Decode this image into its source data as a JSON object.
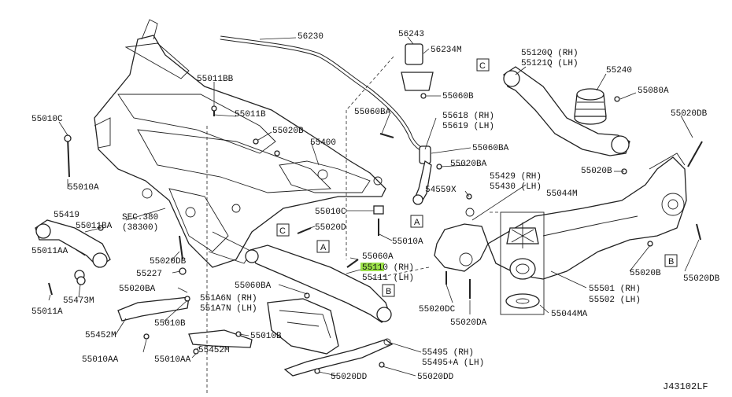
{
  "diagram_id": "J43102LF",
  "highlight_color": "#9be04a",
  "labels": [
    {
      "key": "l_55011bb",
      "text": "55011BB"
    },
    {
      "key": "l_56230",
      "text": "56230"
    },
    {
      "key": "l_56243",
      "text": "56243"
    },
    {
      "key": "l_56234m",
      "text": "56234M"
    },
    {
      "key": "l_55060b",
      "text": "55060B"
    },
    {
      "key": "l_55120q",
      "text": "55120Q (RH)"
    },
    {
      "key": "l_55121q",
      "text": "55121Q (LH)"
    },
    {
      "key": "l_55240",
      "text": "55240"
    },
    {
      "key": "l_55080a",
      "text": "55080A"
    },
    {
      "key": "l_55010c_top",
      "text": "55010C"
    },
    {
      "key": "l_55011b",
      "text": "55011B"
    },
    {
      "key": "l_55020b_top",
      "text": "55020B"
    },
    {
      "key": "l_55060ba_top",
      "text": "55060BA"
    },
    {
      "key": "l_55618",
      "text": "55618 (RH)"
    },
    {
      "key": "l_55619",
      "text": "55619 (LH)"
    },
    {
      "key": "l_55060ba_mid",
      "text": "55060BA"
    },
    {
      "key": "l_55020db_r",
      "text": "55020DB"
    },
    {
      "key": "l_55400",
      "text": "55400"
    },
    {
      "key": "l_55020ba",
      "text": "55020BA"
    },
    {
      "key": "l_55010a_l",
      "text": "55010A"
    },
    {
      "key": "l_55429",
      "text": "55429 (RH)"
    },
    {
      "key": "l_55430",
      "text": "55430 (LH)"
    },
    {
      "key": "l_55044m",
      "text": "55044M"
    },
    {
      "key": "l_55020b_r",
      "text": "55020B"
    },
    {
      "key": "l_54559x",
      "text": "54559X"
    },
    {
      "key": "l_55419",
      "text": "55419"
    },
    {
      "key": "l_sec380",
      "text": "SEC.380"
    },
    {
      "key": "l_38300",
      "text": "(38300)"
    },
    {
      "key": "l_55011ba",
      "text": "55011BA"
    },
    {
      "key": "l_55010c_mid",
      "text": "55010C"
    },
    {
      "key": "l_55020d",
      "text": "55020D"
    },
    {
      "key": "l_55010a_mid",
      "text": "55010A"
    },
    {
      "key": "l_55011aa",
      "text": "55011AA"
    },
    {
      "key": "l_55060a",
      "text": "55060A"
    },
    {
      "key": "l_55110",
      "text": "55110 (RH)"
    },
    {
      "key": "l_55111",
      "text": "55111 (LH)"
    },
    {
      "key": "l_55020db_l",
      "text": "55020DB"
    },
    {
      "key": "l_55227",
      "text": "55227"
    },
    {
      "key": "l_55020ba_l",
      "text": "55020BA"
    },
    {
      "key": "l_55060ba_low",
      "text": "55060BA"
    },
    {
      "key": "l_551a6n",
      "text": "551A6N (RH)"
    },
    {
      "key": "l_551a7n",
      "text": "551A7N (LH)"
    },
    {
      "key": "l_55473m",
      "text": "55473M"
    },
    {
      "key": "l_55011a",
      "text": "55011A"
    },
    {
      "key": "l_55010b_l",
      "text": "55010B"
    },
    {
      "key": "l_55010b_r",
      "text": "55010B"
    },
    {
      "key": "l_55452m_l",
      "text": "55452M"
    },
    {
      "key": "l_55452m_r",
      "text": "55452M"
    },
    {
      "key": "l_55010aa_l",
      "text": "55010AA"
    },
    {
      "key": "l_55010aa_r",
      "text": "55010AA"
    },
    {
      "key": "l_55020dc",
      "text": "55020DC"
    },
    {
      "key": "l_55020da",
      "text": "55020DA"
    },
    {
      "key": "l_55501",
      "text": "55501 (RH)"
    },
    {
      "key": "l_55502",
      "text": "55502 (LH)"
    },
    {
      "key": "l_55020b_br",
      "text": "55020B"
    },
    {
      "key": "l_55020db_br",
      "text": "55020DB"
    },
    {
      "key": "l_55044ma",
      "text": "55044MA"
    },
    {
      "key": "l_55495",
      "text": "55495 (RH)"
    },
    {
      "key": "l_55495a",
      "text": "55495+A (LH)"
    },
    {
      "key": "l_55020dd_l",
      "text": "55020DD"
    },
    {
      "key": "l_55020dd_r",
      "text": "55020DD"
    }
  ],
  "ref_boxes": [
    "A",
    "B",
    "C"
  ]
}
